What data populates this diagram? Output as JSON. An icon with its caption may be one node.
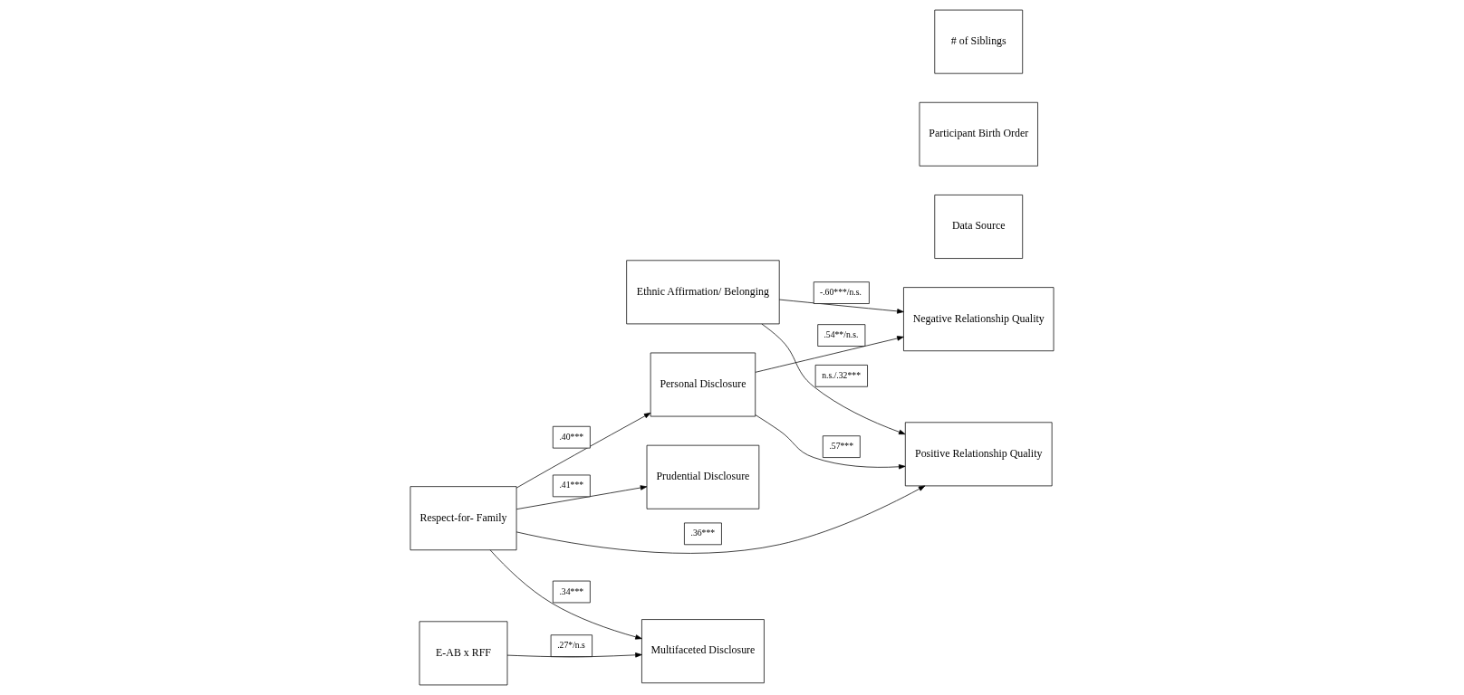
{
  "diagram": {
    "nodes": [
      {
        "text": [
          "Ethnic Affirmation/ Belonging"
        ]
      },
      {
        "text": [
          "Personal Disclosure"
        ]
      },
      {
        "text": [
          "Data Source"
        ]
      },
      {
        "text": [
          "Positive Relationship Quality"
        ]
      },
      {
        "text": [
          "Respect-for- Family"
        ]
      },
      {
        "text": [
          "Prudential Disclosure"
        ]
      },
      {
        "text": [
          "Participant Birth Order"
        ]
      },
      {
        "text": [
          "Negative Relationship Quality"
        ]
      },
      {
        "text": [
          "E-AB x RFF"
        ]
      },
      {
        "text": [
          "Multifaceted Disclosure"
        ]
      },
      {
        "text": [
          "# of Siblings"
        ]
      }
    ],
    "edges": [
      {
        "from": 1,
        "to": 3,
        "arrow": "to",
        "label": ".57***"
      },
      {
        "from": 0,
        "to": 3,
        "arrow": "to",
        "label": "n.s./.32***"
      },
      {
        "from": 0,
        "to": 7,
        "arrow": "to",
        "label": "-.60***/n.s."
      },
      {
        "from": 4,
        "to": 1,
        "arrow": "to",
        "label": ".40***"
      },
      {
        "from": 4,
        "to": 3,
        "arrow": "to",
        "label": ".36***"
      },
      {
        "from": 4,
        "to": 5,
        "arrow": "to",
        "label": ".41***"
      },
      {
        "from": 1,
        "to": 7,
        "arrow": "to",
        "label": ".54**/n.s."
      },
      {
        "from": 4,
        "to": 9,
        "arrow": "to",
        "label": ".34***"
      },
      {
        "from": 8,
        "to": 9,
        "arrow": "to",
        "label": ".27*/n.s"
      }
    ]
  }
}
